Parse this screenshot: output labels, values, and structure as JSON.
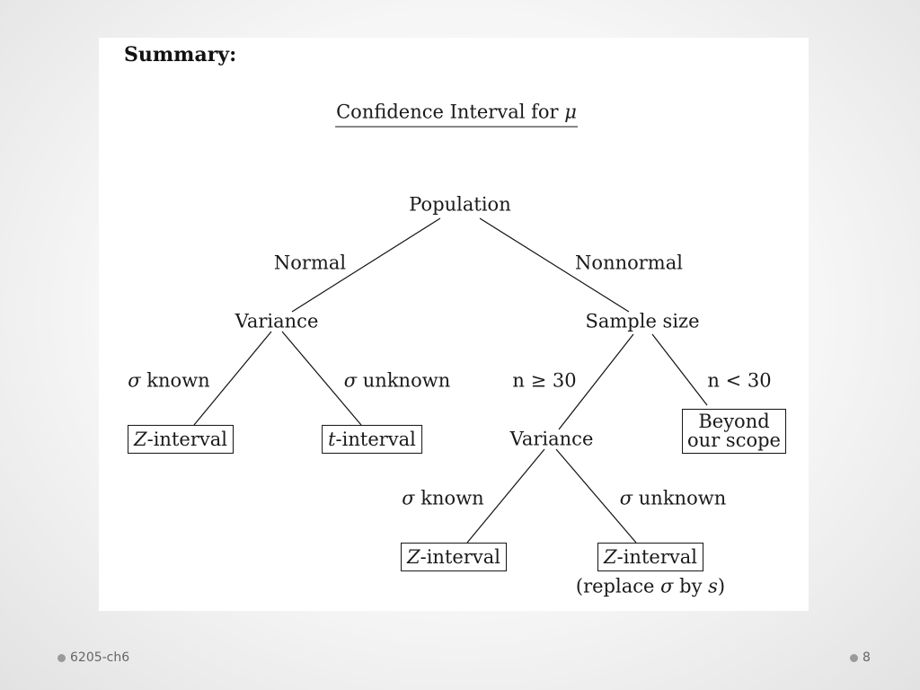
{
  "slide": {
    "heading": "Summary:",
    "title_prefix": "Confidence Interval for ",
    "title_symbol": "μ"
  },
  "tree": {
    "root": "Population",
    "edge_normal": "Normal",
    "edge_nonnormal": "Nonnormal",
    "variance_left": "Variance",
    "sample_size": "Sample size",
    "sigma_known_left_symbol": "σ",
    "sigma_known_left_text": " known",
    "sigma_unknown_left_symbol": "σ",
    "sigma_unknown_left_text": " unknown",
    "n_ge_30": "n ≥ 30",
    "n_lt_30": "n < 30",
    "z_interval_left_var": "Z",
    "z_interval_left_suffix": "-interval",
    "t_interval_var": "t",
    "t_interval_suffix": "-interval",
    "variance_right": "Variance",
    "beyond_line1": "Beyond",
    "beyond_line2": "our scope",
    "sigma_known_right_symbol": "σ",
    "sigma_known_right_text": " known",
    "sigma_unknown_right_symbol": "σ",
    "sigma_unknown_right_text": " unknown",
    "z_interval_bottom_left_var": "Z",
    "z_interval_bottom_left_suffix": "-interval",
    "z_interval_bottom_right_var": "Z",
    "z_interval_bottom_right_suffix": "-interval",
    "replace_note_prefix": "(replace ",
    "replace_note_sigma": "σ",
    "replace_note_mid": " by ",
    "replace_note_s": "s",
    "replace_note_suffix": ")"
  },
  "footer": {
    "left_text": "6205-ch6",
    "page_number": "8"
  }
}
